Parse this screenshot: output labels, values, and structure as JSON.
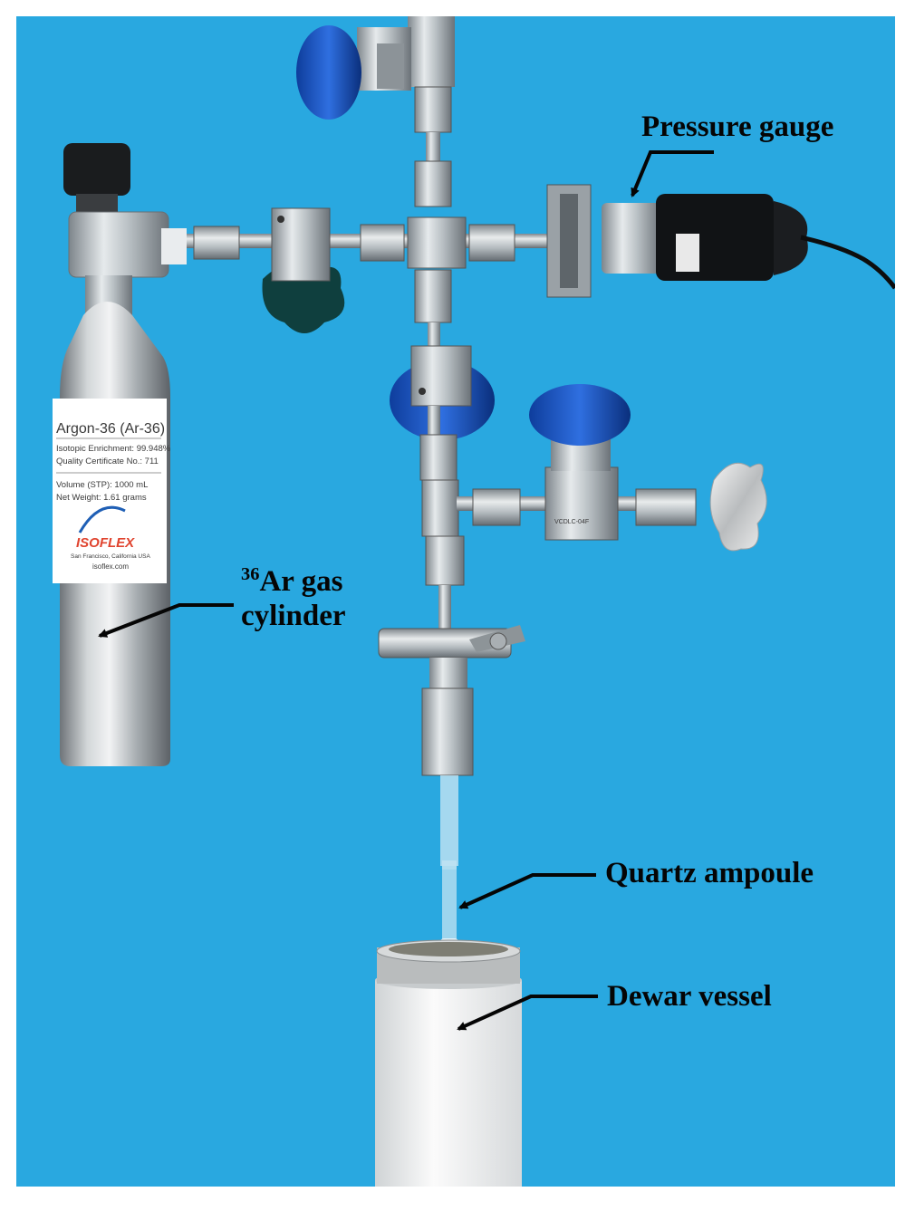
{
  "figure": {
    "background_color": "#29a8e0",
    "callouts": {
      "pressure_gauge": "Pressure gauge",
      "ar_superscript": "36",
      "ar_line1_rest": "Ar gas",
      "ar_line2": "cylinder",
      "quartz_ampoule": "Quartz ampoule",
      "dewar_vessel": "Dewar vessel"
    },
    "cylinder_label": {
      "title": "Argon-36 (Ar-36)",
      "line1": "Isotopic Enrichment: 99.948%",
      "line2": "Quality Certificate No.: 711",
      "line3": "Volume (STP): 1000 mL",
      "line4": "Net Weight: 1.61 grams",
      "brand": "ISOFLEX",
      "brand_sub": "San Francisco, California USA",
      "website": "isoflex.com"
    },
    "valve_marking": "VCDLC-04F"
  }
}
